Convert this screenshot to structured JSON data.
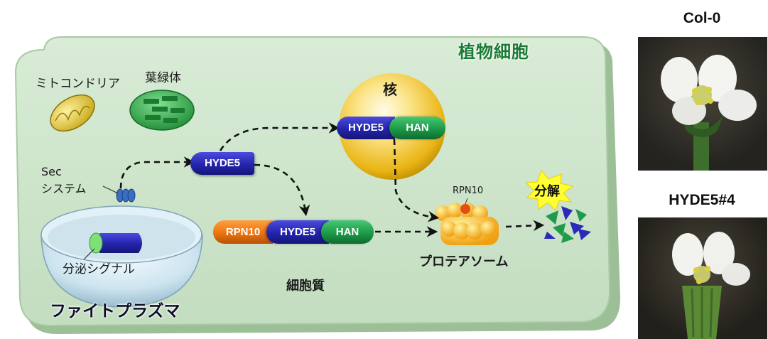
{
  "cell": {
    "title": "植物細胞",
    "mitochondria": "ミトコンドリア",
    "chloroplast": "葉緑体",
    "nucleus": "核",
    "sec_line1": "Sec",
    "sec_line2": "システム",
    "signal": "分泌シグナル",
    "phytoplasma": "ファイトプラズマ",
    "cytoplasm": "細胞質",
    "proteasome": "プロテアソーム",
    "rpn10_small": "RPN10",
    "degradation": "分解"
  },
  "proteins": {
    "hyde5": "HYDE5",
    "han": "HAN",
    "rpn10": "RPN10"
  },
  "photos": {
    "top_title": "Col-0",
    "bottom_title": "HYDE5#4"
  },
  "colors": {
    "cell_fill": "#cfe6cc",
    "hyde5_blue": "#2a2ab8",
    "han_green": "#1e9a4a",
    "rpn10_orange": "#ef7a10",
    "nucleus_gold": "#f0c020",
    "burst_yellow": "#ffff33"
  }
}
